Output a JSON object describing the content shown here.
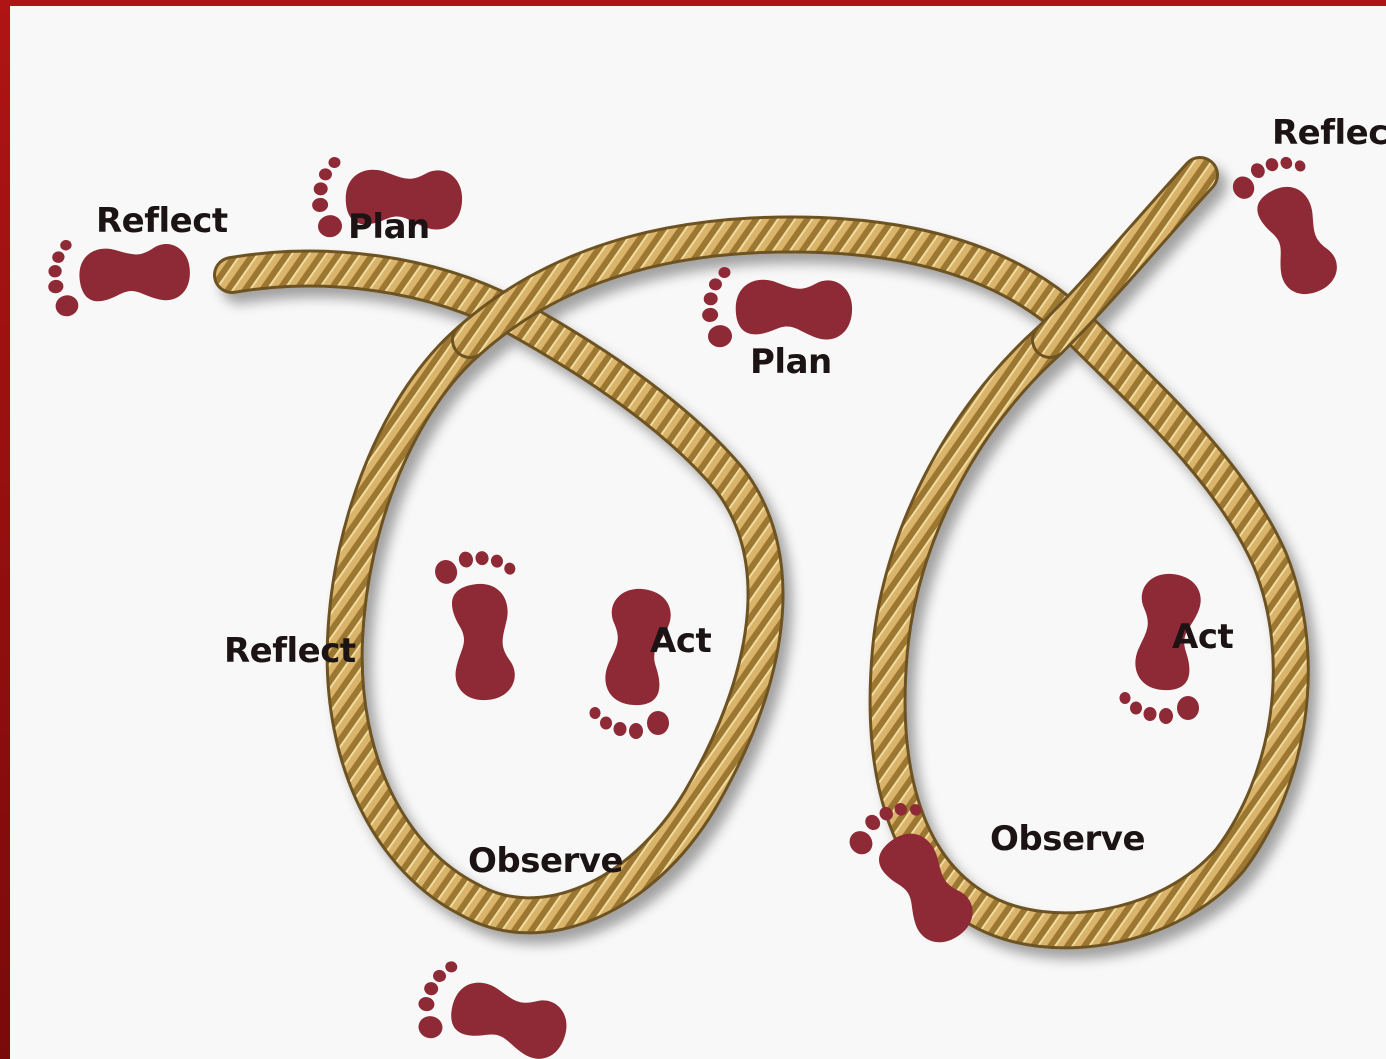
{
  "colors": {
    "frame": "#9e1010",
    "background": "#f9f8f8",
    "footprint": "#8e2a36",
    "rope": "#c9a25a",
    "rope_dark": "#8a6a2e",
    "text": "#1c1414"
  },
  "labels": {
    "reflect_1": "Reflect",
    "plan_1": "Plan",
    "plan_2": "Plan",
    "reflect_2": "Reflect",
    "reflect_3": "Reflect",
    "act_1": "Act",
    "act_2": "Act",
    "observe_1": "Observe",
    "observe_2": "Observe"
  },
  "icons": {
    "footprint": "footprint-icon",
    "rope": "rope-loop"
  }
}
